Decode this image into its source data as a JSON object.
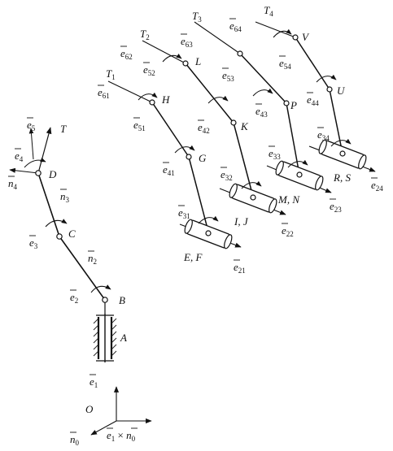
{
  "diagram": {
    "base": {
      "label": "A"
    },
    "frame": {
      "origin": "O",
      "e1": {
        "base": "e",
        "sub": "1"
      },
      "n0": {
        "base": "n",
        "sub": "0"
      },
      "cross": {
        "a": "e",
        "a_sub": "1",
        "op": " × ",
        "b": "n",
        "b_sub": "0"
      }
    },
    "arm": {
      "joints": [
        "B",
        "C",
        "D"
      ],
      "tip": "T",
      "vectors": [
        {
          "base": "e",
          "sub": "2"
        },
        {
          "base": "n",
          "sub": "2"
        },
        {
          "base": "e",
          "sub": "3"
        },
        {
          "base": "n",
          "sub": "3"
        },
        {
          "base": "e",
          "sub": "4"
        },
        {
          "base": "n",
          "sub": "4"
        },
        {
          "base": "e",
          "sub": "5"
        }
      ]
    },
    "fingers": [
      {
        "tip": {
          "base": "T",
          "sub": "1"
        },
        "joints": [
          "H",
          "G"
        ],
        "base_joint": "E, F",
        "vectors": [
          {
            "base": "e",
            "sub": "61"
          },
          {
            "base": "e",
            "sub": "51"
          },
          {
            "base": "e",
            "sub": "41"
          },
          {
            "base": "e",
            "sub": "31"
          },
          {
            "base": "e",
            "sub": "21"
          }
        ]
      },
      {
        "tip": {
          "base": "T",
          "sub": "2"
        },
        "joints": [
          "L",
          "K"
        ],
        "base_joint": "I, J",
        "vectors": [
          {
            "base": "e",
            "sub": "62"
          },
          {
            "base": "e",
            "sub": "63"
          },
          {
            "base": "e",
            "sub": "52"
          },
          {
            "base": "e",
            "sub": "42"
          },
          {
            "base": "e",
            "sub": "32"
          },
          {
            "base": "e",
            "sub": "22"
          }
        ]
      },
      {
        "tip": {
          "base": "T",
          "sub": "3"
        },
        "joints": [
          "P"
        ],
        "base_joint": "M, N",
        "vectors": [
          {
            "base": "e",
            "sub": "64"
          },
          {
            "base": "e",
            "sub": "53"
          },
          {
            "base": "e",
            "sub": "43"
          },
          {
            "base": "e",
            "sub": "33"
          },
          {
            "base": "e",
            "sub": "23"
          }
        ]
      },
      {
        "tip": {
          "base": "T",
          "sub": "4"
        },
        "joints": [
          "V",
          "U"
        ],
        "base_joint": "R, S",
        "vectors": [
          {
            "base": "e",
            "sub": "54"
          },
          {
            "base": "e",
            "sub": "44"
          },
          {
            "base": "e",
            "sub": "34"
          },
          {
            "base": "e",
            "sub": "24"
          }
        ]
      }
    ]
  }
}
